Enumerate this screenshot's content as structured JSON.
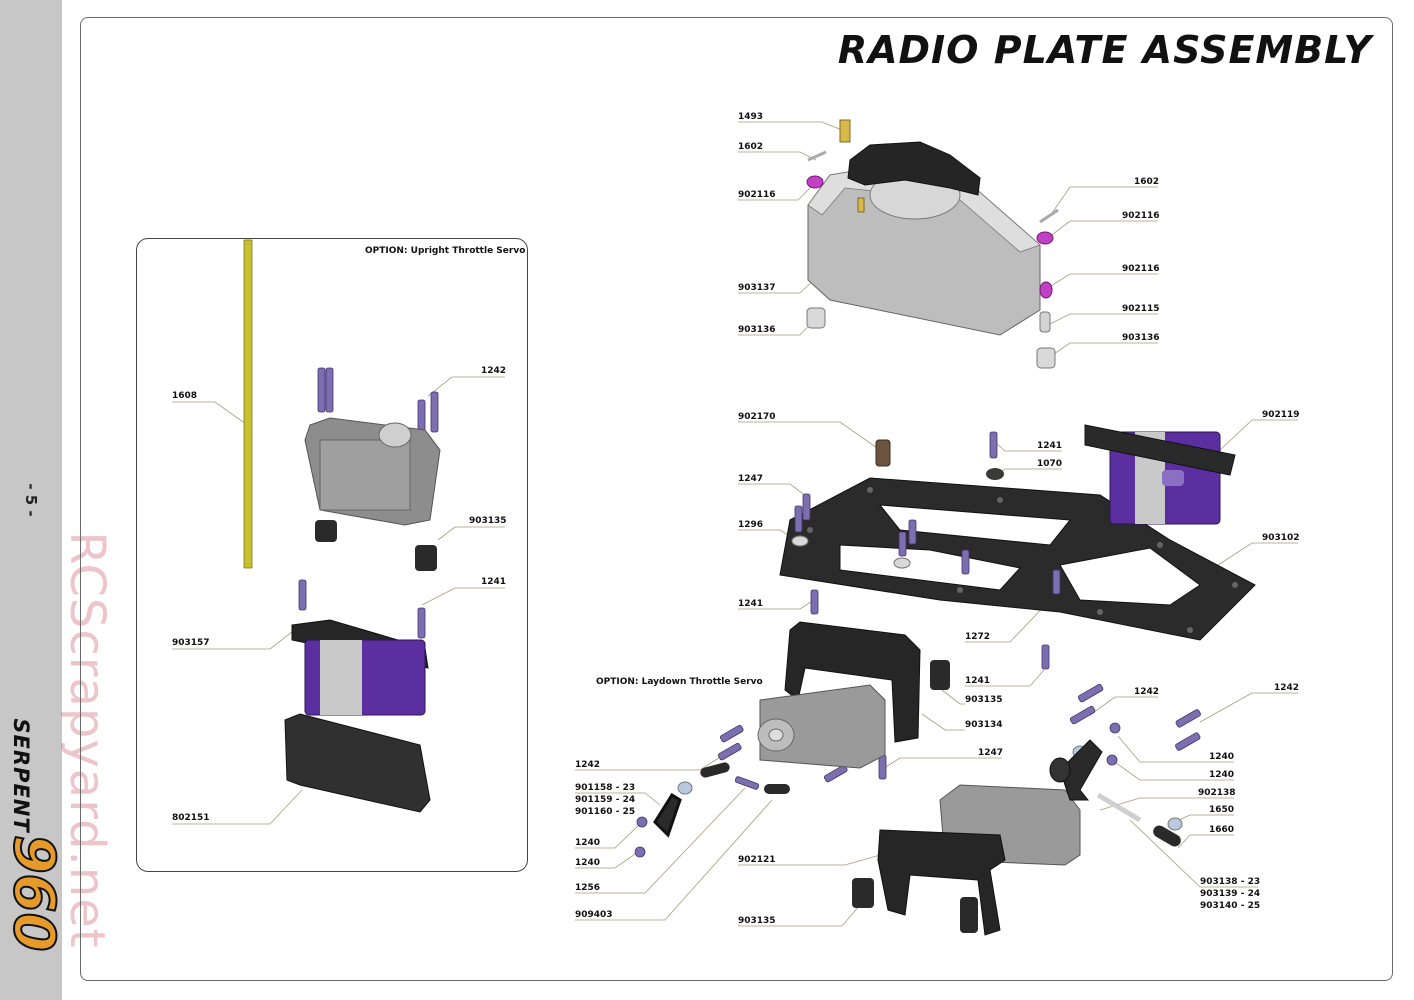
{
  "page": {
    "number": "- 5 -",
    "brand_name": "SERPENT",
    "brand_model": "960",
    "watermark": "RCScrapyard.net"
  },
  "title": "RADIO PLATE ASSEMBLY",
  "options": {
    "upright": "OPTION: Upright Throttle Servo",
    "laydown": "OPTION: Laydown Throttle Servo"
  },
  "labels": {
    "p1493": "1493",
    "p1602a": "1602",
    "p902116a": "902116",
    "p903137": "903137",
    "p903136a": "903136",
    "p1602b": "1602",
    "p902116b": "902116",
    "p902116c": "902116",
    "p902115": "902115",
    "p903136b": "903136",
    "p902170": "902170",
    "p1241a": "1241",
    "p1070": "1070",
    "p902119": "902119",
    "p1247a": "1247",
    "p1296": "1296",
    "p903102": "903102",
    "p1241b": "1241",
    "p1272": "1272",
    "p1241c": "1241",
    "p903135a": "903135",
    "p903134": "903134",
    "p1242a": "1242",
    "p1242b": "1242",
    "p1247b": "1247",
    "p1240a": "1240",
    "p1240b": "1240",
    "p902138": "902138",
    "p1650": "1650",
    "p1660": "1660",
    "p1242c": "1242",
    "p901158": "901158 - 23",
    "p901159": "901159 - 24",
    "p901160": "901160 - 25",
    "p1240c": "1240",
    "p1240d": "1240",
    "p1256": "1256",
    "p909403": "909403",
    "p902121": "902121",
    "p903135b": "903135",
    "p903138": "903138 - 23",
    "p903139": "903139 - 24",
    "p903140": "903140 - 25",
    "p1608": "1608",
    "p1242d": "1242",
    "p903135c": "903135",
    "p1241d": "1241",
    "p903157": "903157",
    "p802151": "802151"
  },
  "colors": {
    "accent": "#e59a2a",
    "servo_purple": "#5b2fa0",
    "screw": "#7c6fb0",
    "washer": "#c23fc6",
    "plate": "#2b2b2b",
    "tank": "#c9c9c9",
    "antenna": "#c8c030"
  }
}
